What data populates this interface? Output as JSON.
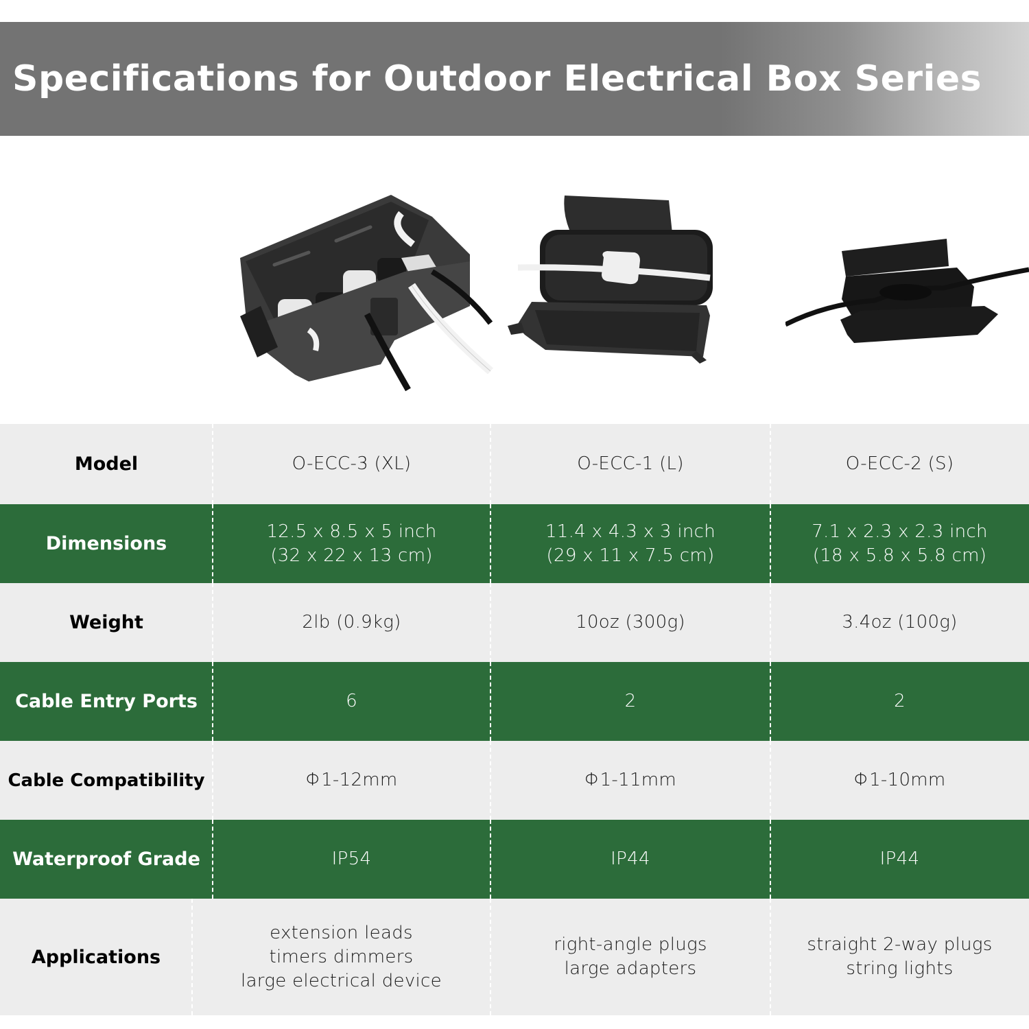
{
  "banner": {
    "title": "Specifications for Outdoor Electrical Box Series"
  },
  "colors": {
    "banner_gray": "#737373",
    "green_row": "#2c6c3a",
    "light_row": "#ededed"
  },
  "products": [
    {
      "image": "xl-electrical-box-open-with-plugs",
      "model": "O-ECC-3 (XL)"
    },
    {
      "image": "l-electrical-box-open-with-plug",
      "model": "O-ECC-1 (L)"
    },
    {
      "image": "s-electrical-box-open-with-cable",
      "model": "O-ECC-2 (S)"
    }
  ],
  "table": {
    "rows": [
      {
        "label": "Model",
        "style": "light",
        "values": [
          [
            "O-ECC-3 (XL)"
          ],
          [
            "O-ECC-1 (L)"
          ],
          [
            "O-ECC-2 (S)"
          ]
        ]
      },
      {
        "label": "Dimensions",
        "style": "green",
        "values": [
          [
            "12.5 x 8.5 x 5 inch",
            "(32 x 22 x 13 cm)"
          ],
          [
            "11.4 x 4.3 x 3 inch",
            "(29 x 11 x 7.5 cm)"
          ],
          [
            "7.1 x 2.3 x 2.3 inch",
            "(18 x 5.8 x 5.8 cm)"
          ]
        ]
      },
      {
        "label": "Weight",
        "style": "light",
        "values": [
          [
            "2lb (0.9kg)"
          ],
          [
            "10oz (300g)"
          ],
          [
            "3.4oz (100g)"
          ]
        ]
      },
      {
        "label": "Cable Entry Ports",
        "style": "green",
        "values": [
          [
            "6"
          ],
          [
            "2"
          ],
          [
            "2"
          ]
        ]
      },
      {
        "label": "Cable Compatibility",
        "style": "light",
        "values": [
          [
            "Φ1-12mm"
          ],
          [
            "Φ1-11mm"
          ],
          [
            "Φ1-10mm"
          ]
        ]
      },
      {
        "label": "Waterproof Grade",
        "style": "green",
        "values": [
          [
            "IP54"
          ],
          [
            "IP44"
          ],
          [
            "IP44"
          ]
        ]
      },
      {
        "label": "Applications",
        "style": "light",
        "values": [
          [
            "extension leads",
            "timers dimmers",
            "large electrical device"
          ],
          [
            "right-angle plugs",
            "large adapters"
          ],
          [
            "straight 2-way plugs",
            "string lights"
          ]
        ]
      }
    ]
  }
}
